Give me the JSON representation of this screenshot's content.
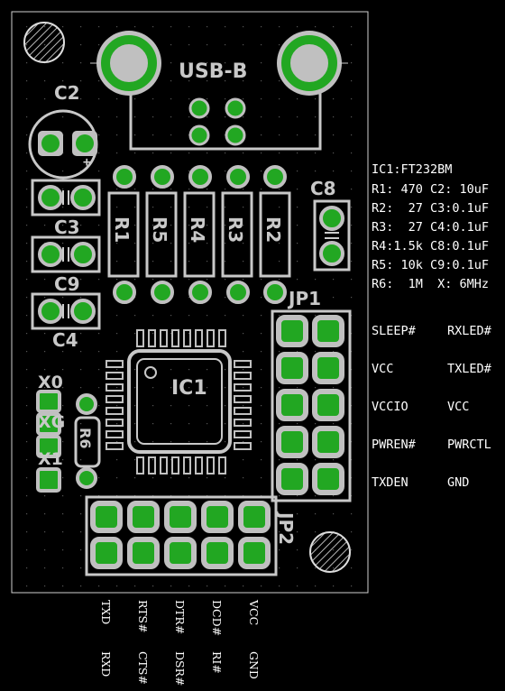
{
  "board": {
    "silk": {
      "usb": "USB-B",
      "c2": "C2",
      "c3": "C3",
      "c9": "C9",
      "c4": "C4",
      "c8": "C8",
      "jp1": "JP1",
      "jp2": "JP2",
      "ic1": "IC1",
      "x0": "X0",
      "xg": "XG",
      "x1": "X1",
      "r6": "R6",
      "resistors": [
        "R1",
        "R5",
        "R4",
        "R3",
        "R2"
      ]
    },
    "colors": {
      "copper": "#22a722",
      "silkscreen": "#c8c8c8",
      "background": "#000000"
    }
  },
  "bom": {
    "title": "IC1:FT232BM",
    "rows": [
      "R1: 470 C2: 10uF",
      "R2:  27 C3:0.1uF",
      "R3:  27 C4:0.1uF",
      "R4:1.5k C8:0.1uF",
      "R5: 10k C9:0.1uF",
      "R6:  1M  X: 6MHz"
    ]
  },
  "jp1_pins": [
    [
      "SLEEP#",
      "RXLED#"
    ],
    [
      "VCC",
      "TXLED#"
    ],
    [
      "VCCIO",
      "VCC"
    ],
    [
      "PWREN#",
      "PWRCTL"
    ],
    [
      "TXDEN",
      "GND"
    ]
  ],
  "jp2_pins": {
    "top": [
      "TXD",
      "RTS#",
      "DTR#",
      "DCD#",
      "VCC"
    ],
    "bottom": [
      "RXD",
      "CTS#",
      "DSR#",
      "RI#",
      "GND"
    ]
  }
}
